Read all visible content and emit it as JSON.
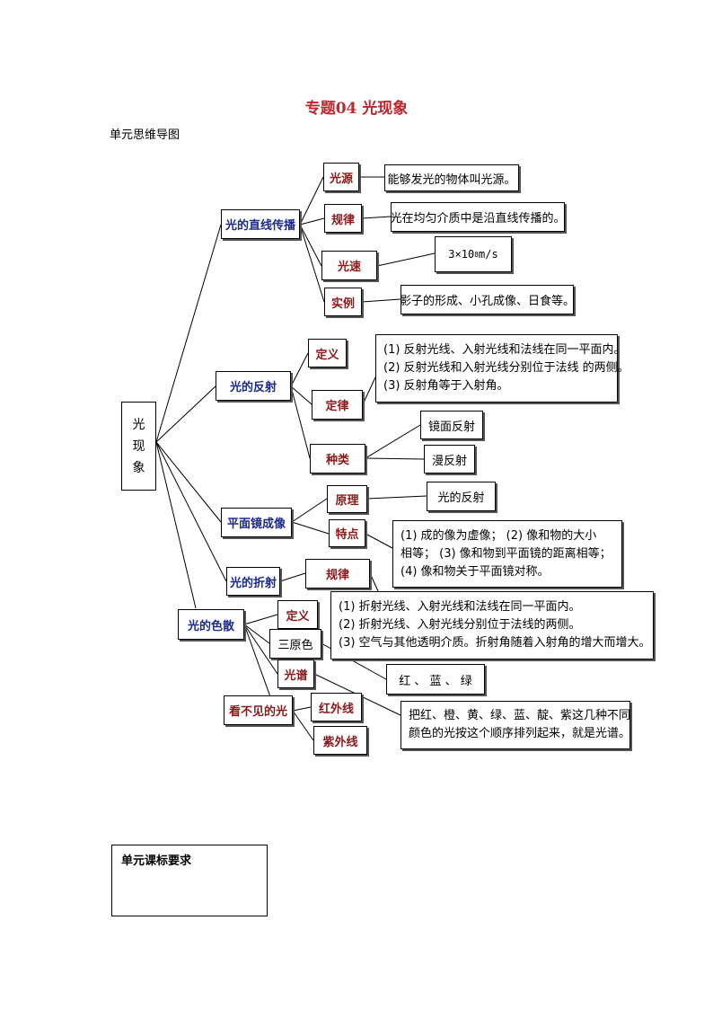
{
  "title": "专题04 光现象",
  "subtitle": "单元思维导图",
  "root": [
    "光",
    "现",
    "象"
  ],
  "branches": {
    "straight": {
      "label": "光的直线传播",
      "source": {
        "label": "光源",
        "desc": "能够发光的物体叫光源。"
      },
      "law": {
        "label": "规律",
        "desc": "光在均匀介质中是沿直线传播的。"
      },
      "speed": {
        "label": "光速",
        "value": "3×10",
        "exp": "8",
        "unit": " m/s"
      },
      "example": {
        "label": "实例",
        "desc": "影子的形成、小孔成像、日食等。"
      }
    },
    "reflection": {
      "label": "光的反射",
      "definition": "定义",
      "law": "定律",
      "law_items": [
        "(1) 反射光线、入射光线和法线在同一平面内。",
        "(2) 反射光线和入射光线分别位于法线 的两侧。",
        "(3) 反射角等于入射角。"
      ],
      "types": "种类",
      "type_items": [
        "镜面反射",
        "漫反射"
      ]
    },
    "mirror": {
      "label": "平面镜成像",
      "principle": "原理",
      "principle_desc": "光的反射",
      "feature": "特点",
      "feature_items": [
        "(1) 成的像为虚像； (2) 像和物的大小",
        "相等； (3) 像和物到平面镜的距离相等；",
        "(4) 像和物关于平面镜对称。"
      ]
    },
    "refraction": {
      "label": "光的折射",
      "law": "规律",
      "law_items": [
        "(1) 折射光线、入射光线和法线在同一平面内。",
        "(2) 折射光线、入射光线分别位于法线的两侧。",
        "(3) 空气与其他透明介质。折射角随着入射角的增大而增大。"
      ]
    },
    "dispersion": {
      "label": "光的色散",
      "definition": "定义",
      "primary": "三原色",
      "primary_desc": "红 、 蓝 、 绿",
      "spectrum": "光谱",
      "spectrum_desc": [
        "把红、橙、黄、绿、蓝、靛、紫这几种不同",
        "颜色的光按这个顺序排列起来，就是光谱。"
      ]
    },
    "invisible": {
      "label": "看不见的光",
      "infrared": "红外线",
      "ultraviolet": "紫外线"
    }
  },
  "requirements_title": "单元课标要求"
}
